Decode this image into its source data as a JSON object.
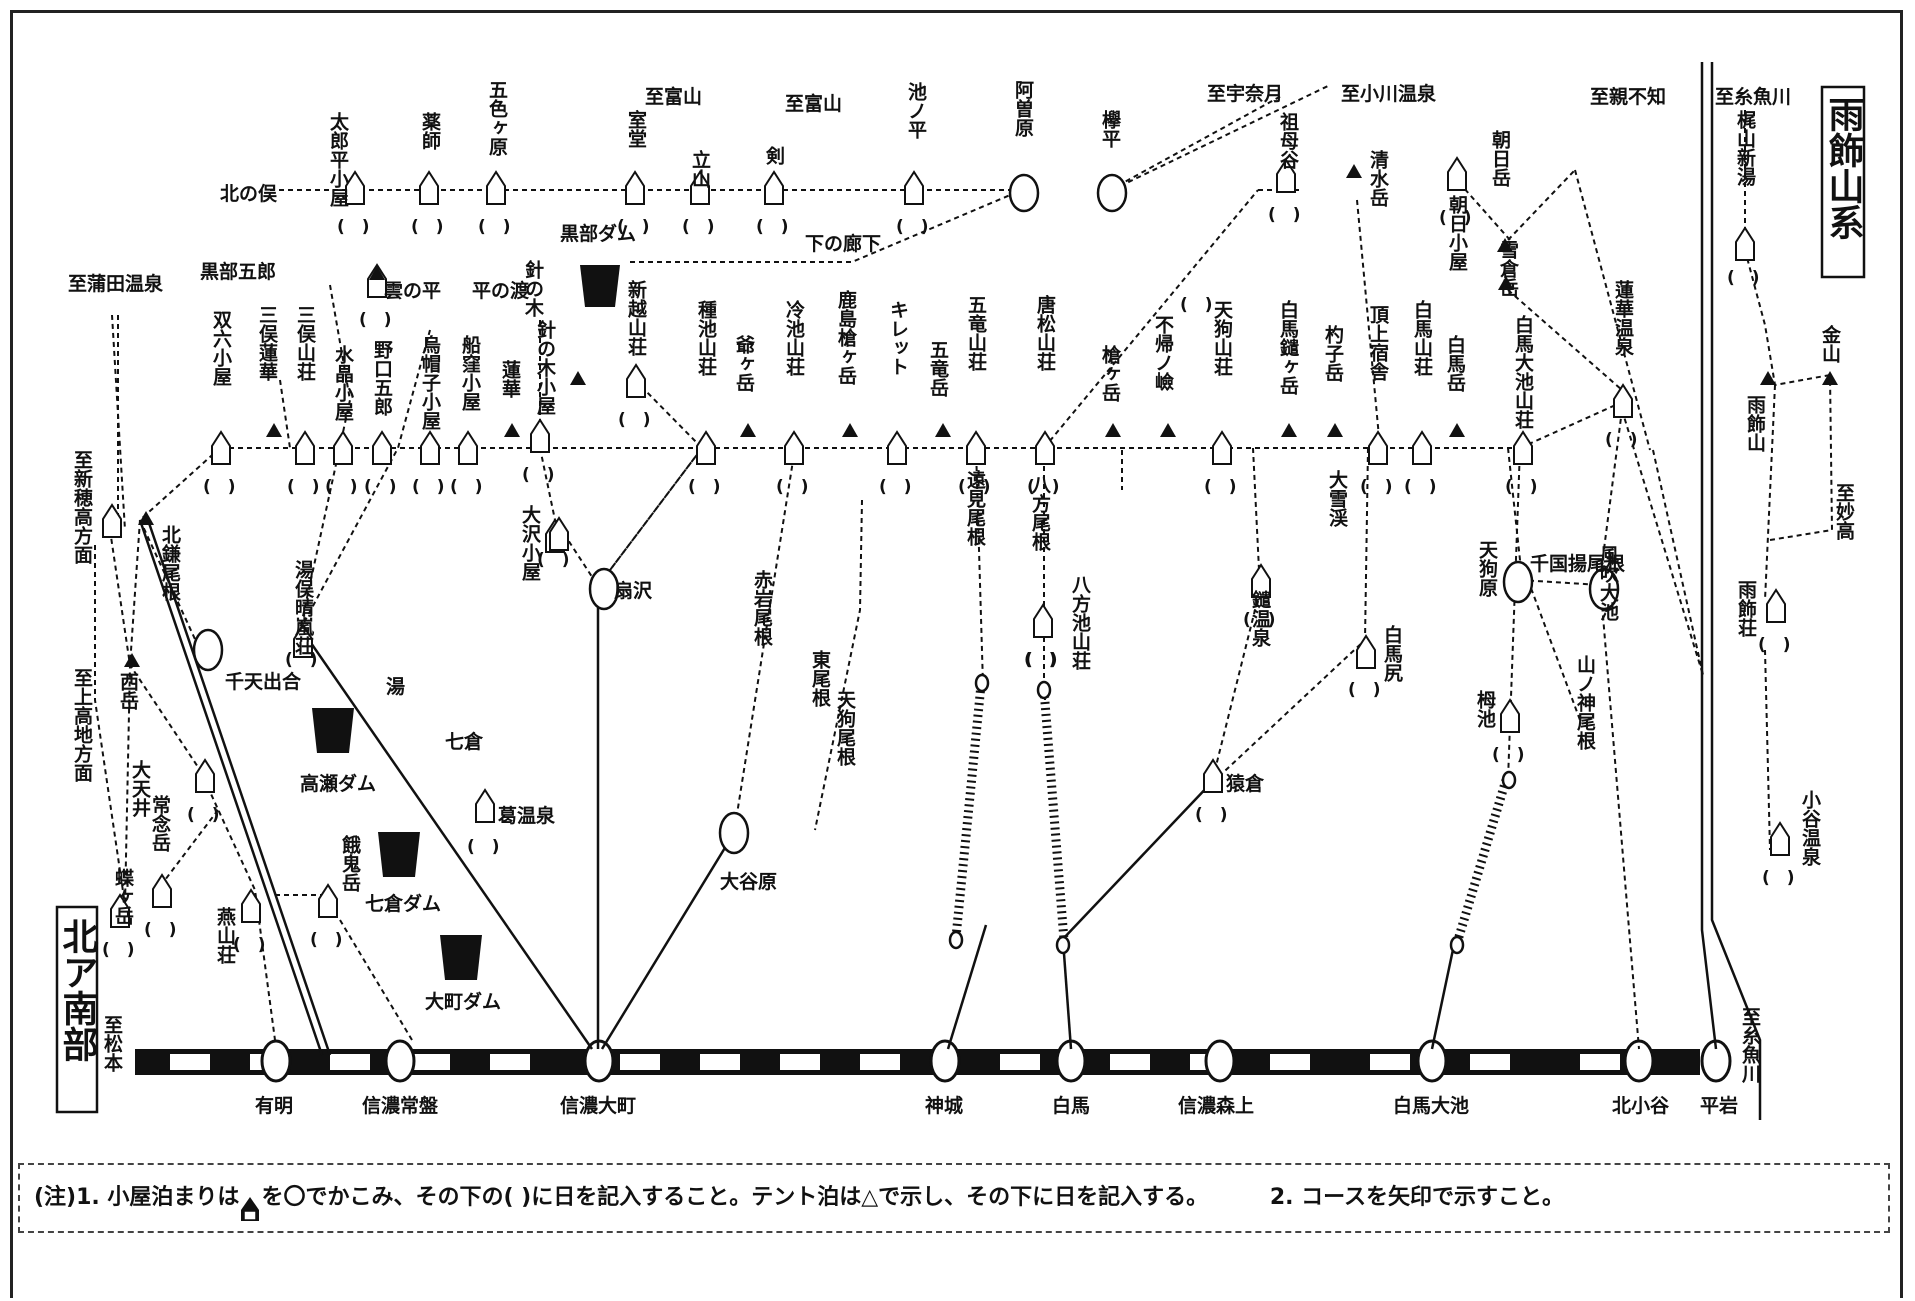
{
  "regions": {
    "north_alps_south": "北ア南部",
    "amakazari_range": "雨飾山系"
  },
  "note": {
    "line1": "(注)1. 小屋泊まりは",
    "line1b": "を〇でかこみ、その下の(  )に日を記入すること。テント泊は△で示し、その下に日を記入する。",
    "line2": "2. コースを矢印で示すこと。"
  },
  "stations": [
    {
      "id": "ariake",
      "label": "有明"
    },
    {
      "id": "tokiwa",
      "label": "信濃常盤"
    },
    {
      "id": "omachi",
      "label": "信濃大町"
    },
    {
      "id": "kamishiro",
      "label": "神城"
    },
    {
      "id": "hakuba",
      "label": "白馬"
    },
    {
      "id": "moriue",
      "label": "信濃森上"
    },
    {
      "id": "hakubaoike",
      "label": "白馬大池"
    },
    {
      "id": "kitaotari",
      "label": "北小谷"
    },
    {
      "id": "hiraiwa",
      "label": "平岩"
    }
  ],
  "directions": {
    "to_matsumoto": "至松本",
    "to_itoigawa_bottom": "至糸魚川",
    "to_itoigawa_top": "至糸魚川",
    "to_tateyama_a": "至富山",
    "to_tateyama_b": "至富山",
    "to_unazuki": "至宇奈月",
    "to_ogawa": "至小川温泉",
    "to_oyashirazu": "至親不知",
    "to_kamida": "至蒲田温泉",
    "to_shinhotaka": "至新穂高方面",
    "to_kamikochi": "至上高地方面",
    "to_myoko": "至妙高"
  },
  "ridge_top_labels": [
    "北の俣",
    "太郎平小屋",
    "薬師",
    "五色ヶ原",
    "室堂",
    "立山",
    "剣",
    "池ノ平",
    "阿曽原",
    "欅平",
    "祖母谷",
    "清水岳",
    "朝日小屋",
    "朝日岳"
  ],
  "labels": {
    "shimonorouka": "下の廊下",
    "kurobedam": "黒部ダム",
    "kurobegoro": "黒部五郎",
    "kumonodaira": "雲の平",
    "hirano_watashi": "平の渡",
    "harinoki_top": "針の木",
    "sugoroku": "双六小屋",
    "mitsumata": "三俣蓮華",
    "mitsumata_sanso": "三俣山荘",
    "suisho": "水晶小屋",
    "noguchigoro": "野口五郎",
    "eboshi": "烏帽子小屋",
    "funakubo": "船窪小屋",
    "renge": "蓮華",
    "harinoki_hut": "針の木小屋",
    "shinetsu": "新越山荘",
    "tanesike": "種池山荘",
    "jiigatake": "爺ヶ岳",
    "reiike": "冷池山荘",
    "kashimayari": "鹿島槍ヶ岳",
    "kiretto": "キレット",
    "goryudake": "五竜岳",
    "goryusanso": "五竜山荘",
    "karamatsu": "唐松山荘",
    "fudokittari": "不帰ノ嶮",
    "tengusanso": "天狗山荘",
    "shiroyariga": "白馬鑓ヶ岳",
    "shakushi": "杓子岳",
    "chojo": "頂上宿舎",
    "hakubasanso": "白馬山荘",
    "hakubadake": "白馬岳",
    "oike_sanso": "白馬大池山荘",
    "renge_onsen": "蓮華温泉",
    "yukikura": "雪倉岳",
    "hakusansinko": "槍ヶ岳",
    "kitakama": "北鎌尾根",
    "yugamata": "湯俣晴嵐荘",
    "sentenidea": "千天出合",
    "takase_dam": "高瀬ダム",
    "nanakura_dam": "七倉ダム",
    "omachi_dam": "大町ダム",
    "nanakura": "七倉",
    "kuzu_onsen": "葛温泉",
    "oosawa": "大沢小屋",
    "ogisawa": "扇沢",
    "akaiwa": "赤岩尾根",
    "higashione": "東尾根",
    "tengu_one": "天狗尾根",
    "ootanihara": "大谷原",
    "toomi": "遠見尾根",
    "happo_one": "八方尾根",
    "happoike": "八方池山荘",
    "yarionsen": "鑓温泉",
    "ootoki": "大雪渓",
    "hakubajiri": "白馬尻",
    "sarukura": "猿倉",
    "tengubara": "天狗原",
    "tsugaike": "栂池",
    "sennosawa": "千国揚尾根",
    "kazafuki": "風吹大池",
    "yamanokami": "山ノ神尾根",
    "nishidake": "西岳",
    "odaiten": "大天井",
    "chogatake": "常念岳",
    "chogatake2": "蝶ヶ岳",
    "enzan": "燕山荘",
    "ariake_dake": "餓鬼岳",
    "yugawa": "湯",
    "shimbashi_shinyu": "梶山新湯",
    "kinzan": "金山",
    "amakazariyama": "雨飾山",
    "amakazari_so": "雨飾荘",
    "otari_onsen": "小谷温泉"
  }
}
